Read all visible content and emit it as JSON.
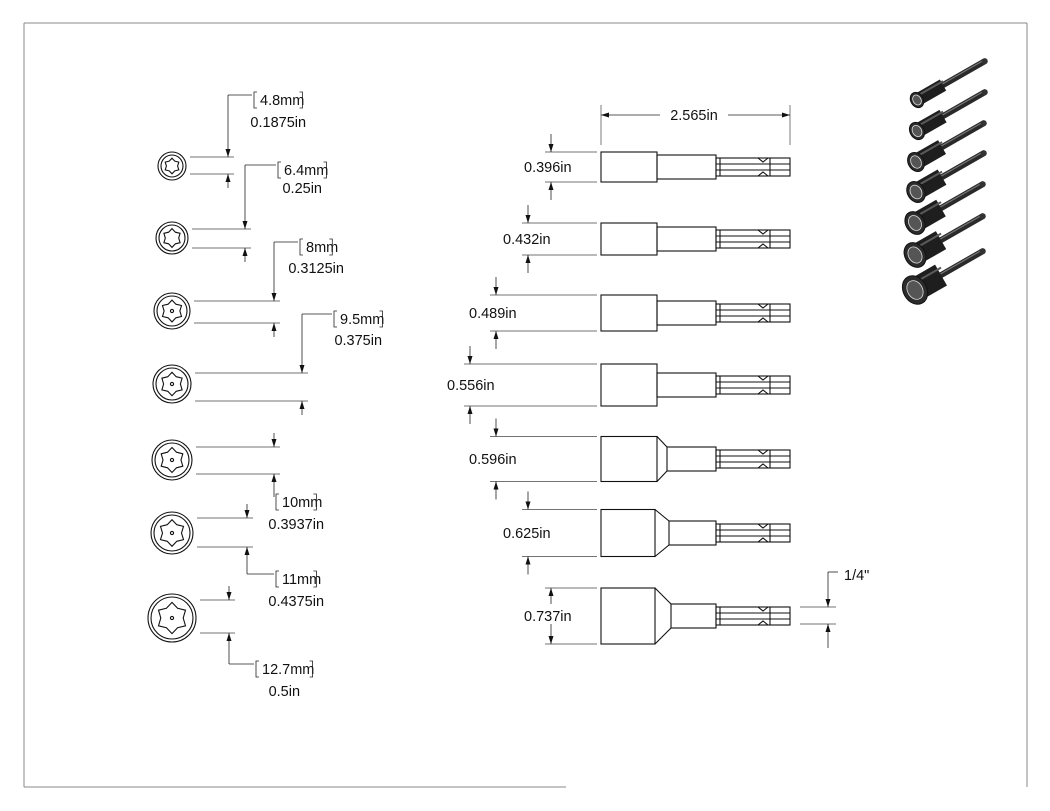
{
  "sockets_front": [
    {
      "mm": "4.8mm",
      "in": "0.1875in"
    },
    {
      "mm": "6.4mm",
      "in": "0.25in"
    },
    {
      "mm": "8mm",
      "in": "0.3125in"
    },
    {
      "mm": "9.5mm",
      "in": "0.375in"
    },
    {
      "mm": "10mm",
      "in": "0.3937in"
    },
    {
      "mm": "11mm",
      "in": "0.4375in"
    },
    {
      "mm": "12.7mm",
      "in": "0.5in"
    }
  ],
  "side_view": {
    "overall_length": "2.565in",
    "head_diameters": [
      "0.396in",
      "0.432in",
      "0.489in",
      "0.556in",
      "0.596in",
      "0.625in",
      "0.737in"
    ],
    "hex_shank": "1/4\""
  }
}
